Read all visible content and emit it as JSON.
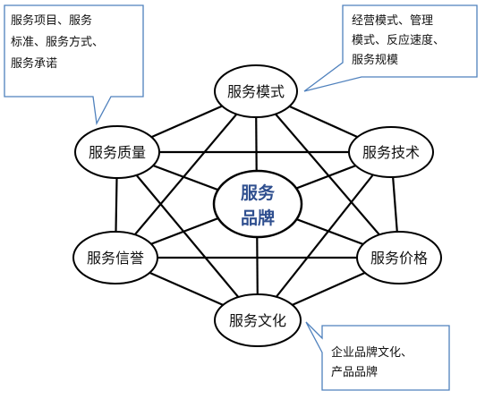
{
  "center": {
    "line1": "服务",
    "line2": "品牌",
    "color": "#2f4f8f"
  },
  "nodes": {
    "mode": {
      "label": "服务模式"
    },
    "tech": {
      "label": "服务技术"
    },
    "price": {
      "label": "服务价格"
    },
    "culture": {
      "label": "服务文化"
    },
    "reputation": {
      "label": "服务信誉"
    },
    "quality": {
      "label": "服务质量"
    }
  },
  "callouts": {
    "quality": {
      "lines": [
        "服务项目、服务",
        "标准、服务方式、",
        "服务承诺"
      ]
    },
    "mode": {
      "lines": [
        "经营模式、管理",
        "模式、反应速度、",
        "服务规模"
      ]
    },
    "culture": {
      "lines": [
        "企业品牌文化、",
        "产品品牌"
      ]
    }
  },
  "colors": {
    "callout_border": "#4f81bd",
    "line": "#000000"
  }
}
